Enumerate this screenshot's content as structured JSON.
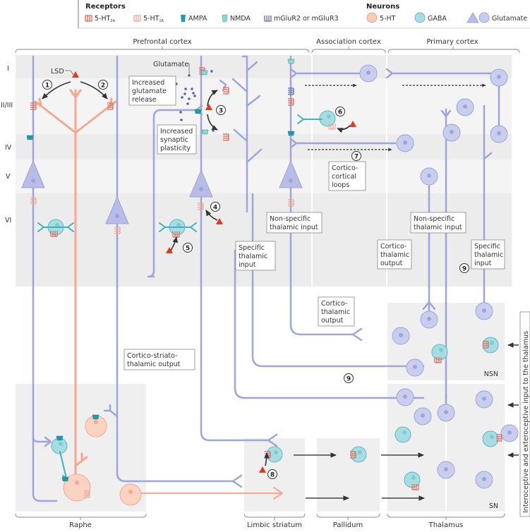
{
  "legend": {
    "receptors_title": "Receptors",
    "receptors": [
      {
        "name": "5-HT2A",
        "label": "5-HT",
        "sub": "2A",
        "color": "#e8654f"
      },
      {
        "name": "5-HT1A",
        "label": "5-HT",
        "sub": "1A",
        "color": "#f2a48f"
      },
      {
        "name": "AMPA",
        "label": "AMPA",
        "color": "#1f9aa7"
      },
      {
        "name": "NMDA",
        "label": "NMDA",
        "color": "#8fd6cf"
      },
      {
        "name": "mGluR2/3",
        "label": "mGluR2 or mGluR3",
        "color": "#5965b3"
      }
    ],
    "neurons_title": "Neurons",
    "neurons": [
      {
        "name": "5-HT",
        "label": "5-HT",
        "color": "#f9cbb6"
      },
      {
        "name": "GABA",
        "label": "GABA",
        "color": "#a9dde2"
      },
      {
        "name": "Glutamate",
        "label": "Glutamate",
        "color": "#c8cbeb"
      }
    ]
  },
  "regions": {
    "prefrontal": "Prefrontal cortex",
    "association": "Association cortex",
    "primary": "Primary cortex",
    "raphe": "Raphe",
    "limbic_striatum": "Limbic striatum",
    "pallidum": "Pallidum",
    "thalamus": "Thalamus",
    "nsn": "NSN",
    "sn": "SN"
  },
  "layers": [
    "I",
    "II/III",
    "IV",
    "V",
    "VI"
  ],
  "labels": {
    "lsd": "LSD",
    "glutamate": "Glutamate",
    "side_input": "Interoceptive and exteroceptive input to the thalamus"
  },
  "callouts": {
    "glut_release": [
      "Increased",
      "glutamate",
      "release"
    ],
    "plasticity": [
      "Increased",
      "synaptic",
      "plasticity"
    ],
    "cortico_cortical": [
      "Cortico-",
      "cortical",
      "loops"
    ],
    "nonspecific_1": [
      "Non-specific",
      "thalamic input"
    ],
    "specific_1": [
      "Specific",
      "thalamic",
      "input"
    ],
    "nonspecific_2": [
      "Non-specific",
      "thalamic input"
    ],
    "cortico_thalamic_1": [
      "Cortico-",
      "thalamic",
      "output"
    ],
    "specific_2": [
      "Specific",
      "thalamic",
      "input"
    ],
    "cortico_thalamic_2": [
      "Cortico-",
      "thalamic",
      "output"
    ],
    "cortico_striato": [
      "Cortico-striato-",
      "thalamic output"
    ]
  },
  "steps": [
    "1",
    "2",
    "3",
    "4",
    "5",
    "6",
    "7",
    "8",
    "9",
    "9"
  ],
  "colors": {
    "glut": "#9fa5d8",
    "glut_fill": "#c9cdee",
    "serotonin": "#f4a892",
    "serotonin_fill": "#fbd3c3",
    "gaba_line": "#3fb3bd",
    "gaba_fill": "#a6dde3",
    "lsd": "#e23a1c",
    "panel": "#efefef",
    "panel_alt": "#f6f6f6"
  }
}
